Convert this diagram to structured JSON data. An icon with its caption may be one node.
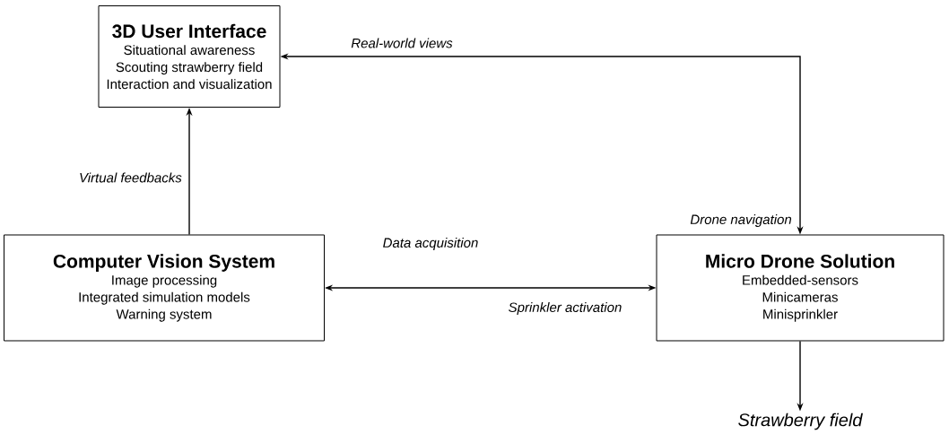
{
  "diagram": {
    "nodes": [
      {
        "text": [
          "3D User Interface",
          "Situational awareness",
          "Scouting strawberry field",
          "Interaction and visualization"
        ]
      },
      {
        "text": [
          "Computer Vision System",
          "Image processing",
          "Integrated simulation models",
          "Warning system"
        ]
      },
      {
        "text": [
          "Micro Drone Solution",
          "Embedded-sensors",
          "Minicameras",
          "Minisprinkler"
        ]
      },
      {
        "text": [
          "Strawberry field"
        ]
      }
    ],
    "edges": [
      {
        "from": 1,
        "to": 0,
        "arrow": "to",
        "label": "Virtual feedbacks"
      },
      {
        "from": 0,
        "to": 2,
        "arrow": "both",
        "label": "Real-world views"
      },
      {
        "from": 1,
        "to": 2,
        "arrow": "both",
        "label": "Data acquisition"
      },
      {
        "from": 2,
        "to": 3,
        "arrow": "to"
      }
    ],
    "labels": [
      "Drone navigation",
      "Sprinkler activation"
    ]
  }
}
